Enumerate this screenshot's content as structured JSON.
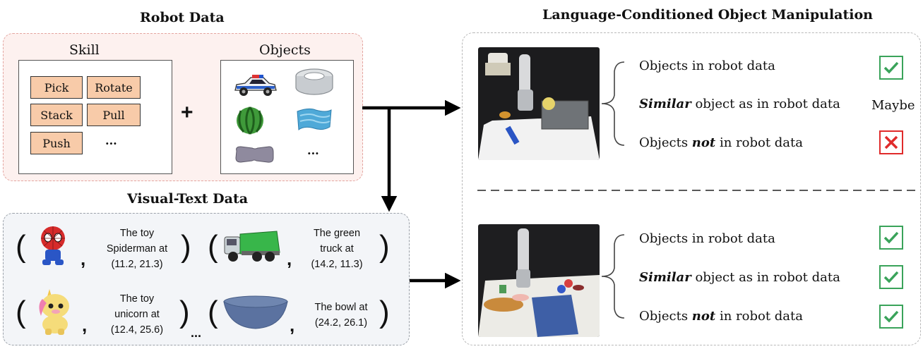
{
  "robot_data": {
    "title": "Robot Data",
    "skill_label": "Skill",
    "objects_label": "Objects",
    "skills": [
      "Pick",
      "Rotate",
      "Stack",
      "Pull",
      "Push"
    ],
    "skills_more": "...",
    "plus": "+",
    "objects_more": "...",
    "object_icons": [
      "police-car-icon",
      "tape-roll-icon",
      "watermelon-icon",
      "blue-cloth-icon",
      "purple-sponge-icon"
    ]
  },
  "visual_text": {
    "title": "Visual-Text Data",
    "pairs": [
      {
        "icon": "spiderman-toy-icon",
        "lines": [
          "The toy",
          "Spiderman at",
          "(11.2, 21.3)"
        ]
      },
      {
        "icon": "green-truck-icon",
        "lines": [
          "The green",
          "truck at",
          "(14.2, 11.3)"
        ]
      },
      {
        "icon": "unicorn-toy-icon",
        "lines": [
          "The toy",
          "unicorn at",
          "(12.4, 25.6)"
        ]
      },
      {
        "icon": "blue-bowl-icon",
        "lines": [
          "The bowl at",
          "(24.2, 26.1)"
        ]
      }
    ],
    "open_paren": "(",
    "close_paren": ")",
    "comma": ",",
    "more": "..."
  },
  "manipulation": {
    "title": "Language-Conditioned Object Manipulation",
    "top": {
      "rows": [
        {
          "pre": "Objects in robot data",
          "em": "",
          "post": "",
          "result": "check"
        },
        {
          "pre": "",
          "em": "Similar",
          "post": " object as in robot data",
          "result": "text",
          "result_text": "Maybe"
        },
        {
          "pre": "Objects ",
          "em": "not",
          "post": " in robot data",
          "result": "cross"
        }
      ]
    },
    "bottom": {
      "rows": [
        {
          "pre": "Objects in robot data",
          "em": "",
          "post": "",
          "result": "check"
        },
        {
          "pre": "",
          "em": "Similar",
          "post": " object as in robot data",
          "result": "check"
        },
        {
          "pre": "Objects ",
          "em": "not",
          "post": " in robot data",
          "result": "check"
        }
      ]
    }
  },
  "colors": {
    "skill_fill": "#f8cba9",
    "robot_panel": "#fdf1ef",
    "check_green": "#3aa35a",
    "cross_red": "#e02b2b"
  }
}
